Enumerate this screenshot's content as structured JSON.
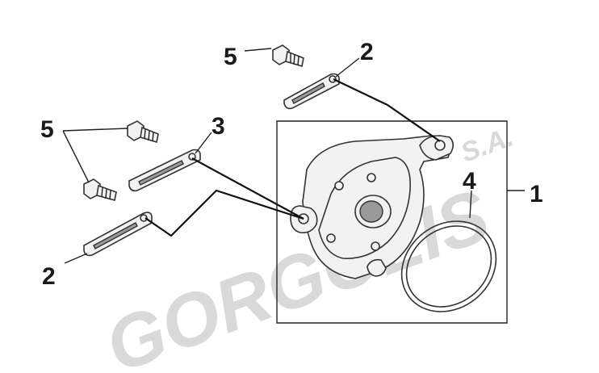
{
  "watermark": {
    "brand": "GORGOLIS",
    "suffix": "S.A."
  },
  "callouts": {
    "housing": "1",
    "strap_top": "2",
    "strap_bottom": "2",
    "strap_middle": "3",
    "oring": "4",
    "bolt_top": "5",
    "bolt_left": "5"
  },
  "colors": {
    "line": "#222222",
    "watermark": "#d9d9d9",
    "background": "#ffffff"
  }
}
